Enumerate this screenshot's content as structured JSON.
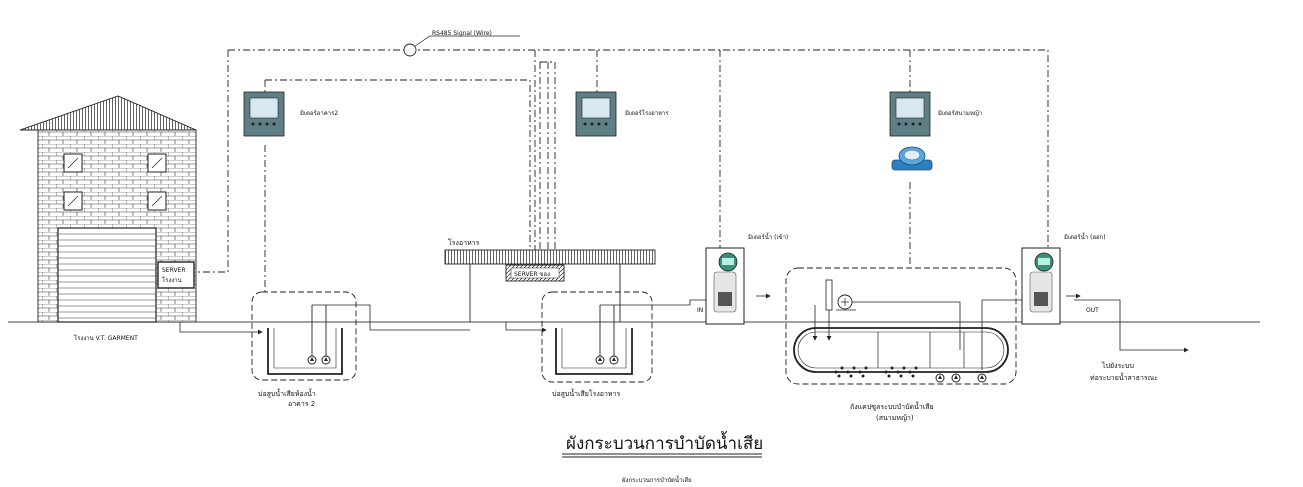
{
  "labels": {
    "rs485": "RS485 Signal (Wire)",
    "meter_building2": "มิเตอร์อาคาร2",
    "meter_canteen": "มิเตอร์โรงอาหาร",
    "meter_lawn": "มิเตอร์สนามหญ้า",
    "meter_water_in": "มิเตอร์น้ำ (เข้า)",
    "meter_water_out": "มิเตอร์น้ำ (ออก)",
    "canteen": "โรงอาหาร",
    "server_factory_1": "SERVER",
    "server_factory_2": "โรงงาน",
    "server_canteen": "SERVER ของ",
    "factory_name": "โรงงาน V.T. GARMENT",
    "pit_building2_1": "บ่อสูบน้ำเสียห้องน้ำ",
    "pit_building2_2": "อาคาร 2",
    "pit_canteen": "บ่อสูบน้ำเสียโรงอาหาร",
    "tank_1": "ถังแคปซูลระบบบำบัดน้ำเสีย",
    "tank_2": "(สนามหญ้า)",
    "in": "IN",
    "out": "OUT",
    "outlet_1": "ไปยังระบบ",
    "outlet_2": "ท่อระบายน้ำสาธารณะ",
    "title": "ผังกระบวนการบำบัดน้ำเสีย",
    "subtitle": "ผังกระบวนการบำบัดน้ำเสีย"
  }
}
